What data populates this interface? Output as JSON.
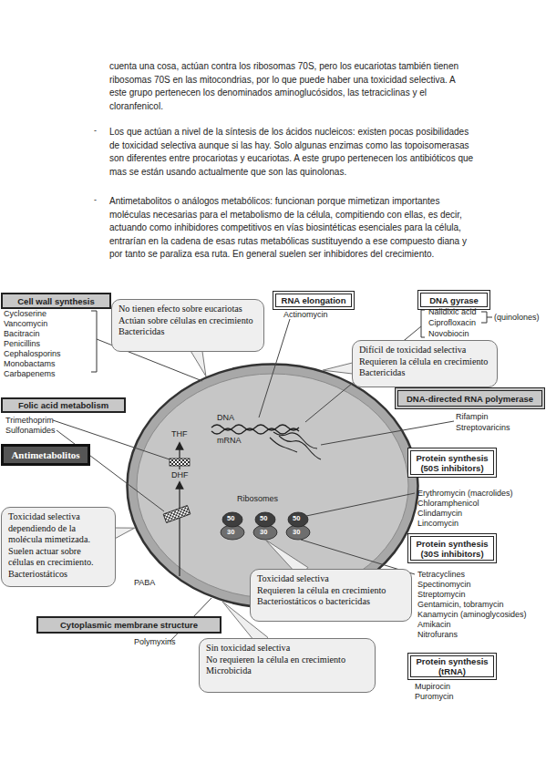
{
  "diagram": {
    "nodes": [
      {
        "text": [
          "Cell wall synthesis"
        ]
      },
      {
        "text": [
          "No tienen efecto sobre eucariotas",
          "Actúan sobre células en crecimiento",
          "Bactericidas"
        ]
      },
      {
        "text": [
          "RNA elongation"
        ]
      },
      {
        "text": [
          "DNA gyrase"
        ]
      },
      {
        "text": [
          "Difícil de toxicidad selectiva",
          "Requieren la célula en crecimiento",
          "Bactericidas"
        ]
      },
      {
        "text": [
          "DNA-directed RNA polymerase"
        ]
      },
      {
        "text": [
          "Folic acid metabolism"
        ]
      },
      {
        "text": [
          "Antimetabolitos"
        ]
      },
      {
        "text": [
          "DNA",
          "mRNA",
          "THF",
          "DHF",
          "Ribosomes"
        ]
      },
      {
        "text": [
          "50",
          "30"
        ],
        "in": 8
      },
      {
        "text": [
          "50",
          "30"
        ],
        "in": 8
      },
      {
        "text": [
          "50",
          "30"
        ],
        "in": 8
      },
      {
        "text": [
          "Protein synthesis (50S inhibitors)"
        ]
      },
      {
        "text": [
          "Toxicidad selectiva dependiendo de la molécula mimetizada.",
          "Suelen actuar sobre células en crecimiento.",
          "Bacteriostáticos"
        ]
      },
      {
        "text": [
          "Protein synthesis (30S inhibitors)"
        ]
      },
      {
        "text": [
          "Toxicidad selectiva",
          "Requieren la célula en crecimiento",
          "Bacteriostáticos o bactericidas"
        ]
      },
      {
        "text": [
          "Cytoplasmic membrane structure"
        ]
      },
      {
        "text": [
          "Sin toxicidad selectiva",
          "No requieren la célula en crecimiento",
          "Microbicida"
        ]
      },
      {
        "text": [
          "Protein synthesis (tRNA)"
        ]
      }
    ],
    "edges": [
      {
        "from": 1,
        "to": 8,
        "arrow": "none"
      },
      {
        "from": 4,
        "to": 8,
        "arrow": "none"
      },
      {
        "from": 13,
        "to": 8,
        "arrow": "none"
      },
      {
        "from": 15,
        "to": 10,
        "arrow": "none"
      },
      {
        "from": 17,
        "to": 8,
        "arrow": "none"
      }
    ],
    "labels": [
      "cuenta una cosa, actúan contra los ribosomas 70S, pero los eucariotas también tienen ribosomas 70S en las mitocondrias, por lo que puede haber una toxicidad selectiva. A este grupo pertenecen los denominados aminoglucósidos, las tetraciclinas y el cloranfenicol.",
      "-",
      "Los que actúan a nivel de la síntesis de los ácidos nucleicos: existen pocas posibilidades de toxicidad selectiva aunque si las hay. Solo algunas enzimas como las topoisomerasas son diferentes entre procariotas y eucariotas. A este grupo pertenecen los antibióticos que mas se están usando actualmente que son las quinolonas.",
      "-",
      "Antimetabolitos o análogos metabólicos: funcionan porque mimetizan importantes moléculas necesarias para el metabolismo de la célula, compitiendo con ellas, es decir, actuando como inhibidores competitivos en vías biosintéticas esenciales para la célula, entrarían en la cadena de esas rutas metabólicas sustituyendo a ese compuesto diana y por tanto se paraliza esa ruta. En general suelen ser inhibidores del crecimiento.",
      "Cycloserine",
      "Vancomycin",
      "Bacitracin",
      "Penicillins",
      "Cephalosporins",
      "Monobactams",
      "Carbapenems",
      "Actinomycin",
      "Nalidixic acid",
      "Ciprofloxacin",
      "Novobiocin",
      "(quinolones)",
      "Rifampin",
      "Streptovaricins",
      "Trimethoprim",
      "Sulfonamides",
      "Erythromycin (macrolides)",
      "Chloramphenicol",
      "Clindamycin",
      "Lincomycin",
      "Tetracyclines",
      "Spectinomycin",
      "Streptomycin",
      "Gentamicin, tobramycin",
      "Kanamycin (aminoglycosides)",
      "Amikacin",
      "Nitrofurans",
      "PABA",
      "Polymyxins",
      "Mupirocin",
      "Puromycin"
    ]
  }
}
